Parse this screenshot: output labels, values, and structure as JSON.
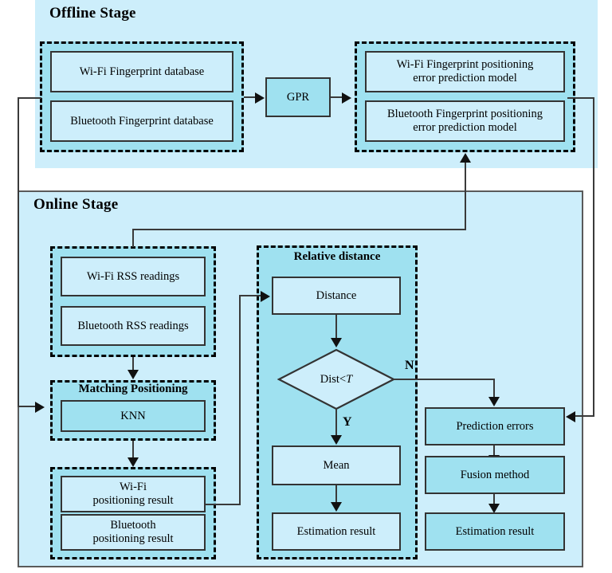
{
  "diagram": {
    "type": "flowchart",
    "title": "Wi-Fi / Bluetooth fingerprint positioning fusion flowchart",
    "colors": {
      "panel_background": "#cdeefb",
      "deep_fill": "#9fe1f0",
      "light_fill": "#cdeefb",
      "line": "#3a3a3a",
      "border": "#333333"
    }
  },
  "offline": {
    "title": "Offline Stage",
    "database_group": {
      "items": [
        {
          "label": "Wi-Fi  Fingerprint database"
        },
        {
          "label": "Bluetooth  Fingerprint database"
        }
      ]
    },
    "gpr": {
      "label": "GPR"
    },
    "model_group": {
      "items": [
        {
          "line1": "Wi-Fi  Fingerprint positioning",
          "line2": "error prediction model"
        },
        {
          "line1": "Bluetooth Fingerprint positioning",
          "line2": "error prediction model"
        }
      ]
    }
  },
  "online": {
    "title": "Online Stage",
    "rss_group": {
      "items": [
        {
          "label": "Wi-Fi  RSS readings"
        },
        {
          "label": "Bluetooth RSS readings"
        }
      ]
    },
    "matching_group": {
      "label": "Matching Positioning",
      "items": [
        {
          "label": "KNN"
        }
      ]
    },
    "result_group": {
      "items": [
        {
          "line1": "Wi-Fi",
          "line2": "positioning result"
        },
        {
          "line1": "Bluetooth",
          "line2": "positioning result"
        }
      ]
    },
    "relative_distance_group": {
      "label": "Relative distance",
      "distance": {
        "label": "Distance"
      },
      "decision": {
        "prefix": "Dist<",
        "variable": "T"
      },
      "branch_yes": "Y",
      "branch_no": "N",
      "mean": {
        "label": "Mean"
      },
      "estimation": {
        "label": "Estimation result"
      }
    },
    "fusion_column": {
      "items": [
        {
          "label": "Prediction errors"
        },
        {
          "label": "Fusion method"
        },
        {
          "label": "Estimation result"
        }
      ]
    }
  }
}
